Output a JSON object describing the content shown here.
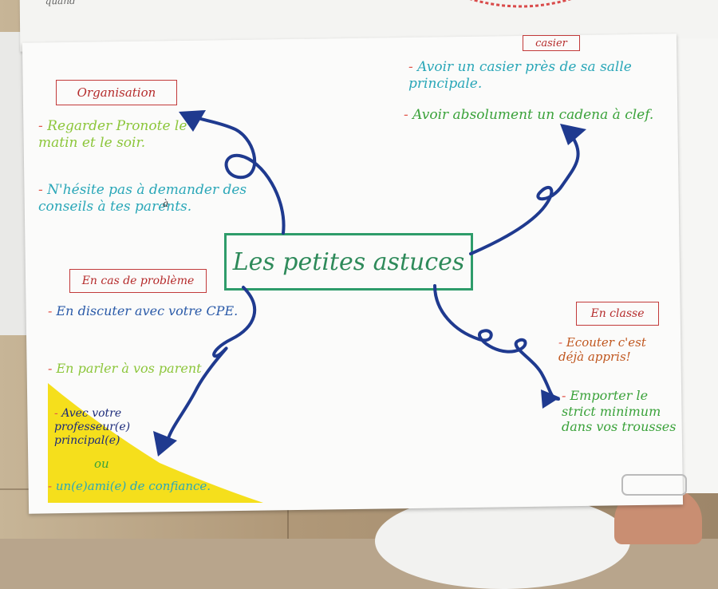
{
  "sheet_top": {
    "fragment": "quand"
  },
  "title": "Les petites astuces",
  "sections": {
    "organisation": {
      "label": "Organisation",
      "items": [
        {
          "text": "Regarder Pronote le matin et le soir."
        },
        {
          "text": "N'hésite pas à demander des conseils à tes parents."
        }
      ],
      "correction": "à"
    },
    "casier": {
      "label": "casier",
      "items": [
        {
          "text": "Avoir un casier près de sa salle principale."
        },
        {
          "text": "Avoir absolument un cadena à clef."
        }
      ]
    },
    "probleme": {
      "label": "En cas de problème",
      "items": [
        {
          "text": "En discuter avec votre CPE."
        },
        {
          "text": "En parler à vos parent"
        },
        {
          "text": "Avec votre professeur(e) principal(e)"
        },
        {
          "text": "ou"
        },
        {
          "text": "un(e)ami(e) de confiance."
        }
      ]
    },
    "classe": {
      "label": "En classe",
      "items": [
        {
          "text": "Ecouter c'est déjà appris!"
        },
        {
          "text": "Emporter le strict minimum dans vos trousses"
        }
      ]
    }
  },
  "colors": {
    "label": "#c23a3a",
    "arrow": "#1f3a8f",
    "title": "#2e9c6a",
    "highlight": "#f5df1c"
  }
}
